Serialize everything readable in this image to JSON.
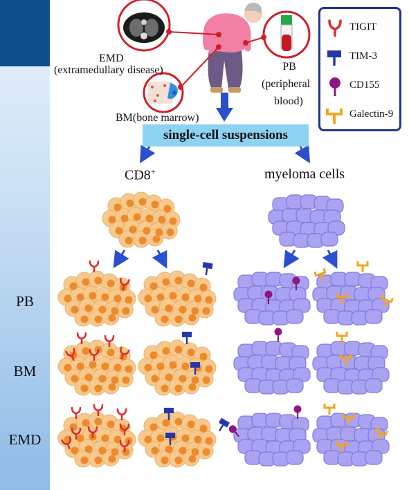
{
  "sidebar": {
    "rows": [
      "PB",
      "BM",
      "EMD"
    ]
  },
  "top": {
    "emd_label_1": "EMD",
    "emd_label_2": "(extramedullary disease)",
    "bm_label": "BM(bone marrow)",
    "pb_label_1": "PB",
    "pb_label_2": "(peripheral",
    "pb_label_3": "blood)",
    "banner": "single-cell suspensions"
  },
  "columns": {
    "left": "CD8",
    "left_sup": "+",
    "right": "myeloma cells"
  },
  "legend": {
    "items": [
      {
        "label": "TIGIT",
        "icon": "tigit-icon",
        "color": "#e02b2b"
      },
      {
        "label": "TIM-3",
        "icon": "tim3-icon",
        "color": "#2837a8"
      },
      {
        "label": "CD155",
        "icon": "cd155-icon",
        "color": "#8c1780"
      },
      {
        "label": "Galectin-9",
        "icon": "galectin9-icon",
        "color": "#f3a51c"
      }
    ]
  },
  "colors": {
    "cd8_cell_fill": "#f7c98d",
    "cd8_nucleus": "#ec8a2c",
    "myeloma_fill": "#a9a3f1",
    "myeloma_edge": "#8079df",
    "arrow": "#2a4fcf",
    "sidebar_dark": "#0e4f8e",
    "banner_fill": "#8dd3f1"
  }
}
